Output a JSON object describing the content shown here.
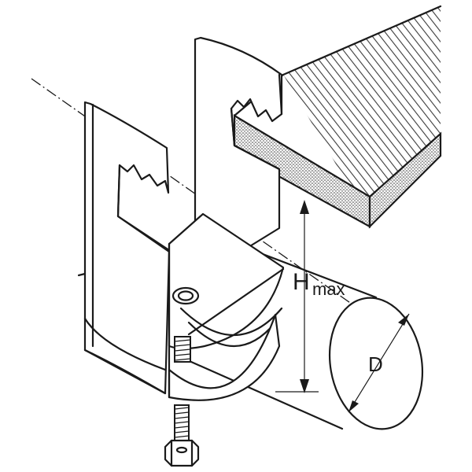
{
  "labels": {
    "height_main": "H",
    "height_sub": "max",
    "diameter": "D"
  },
  "colors": {
    "ink": "#1a1a1a",
    "paper": "#ffffff",
    "hatch": "#3a3a3a"
  }
}
